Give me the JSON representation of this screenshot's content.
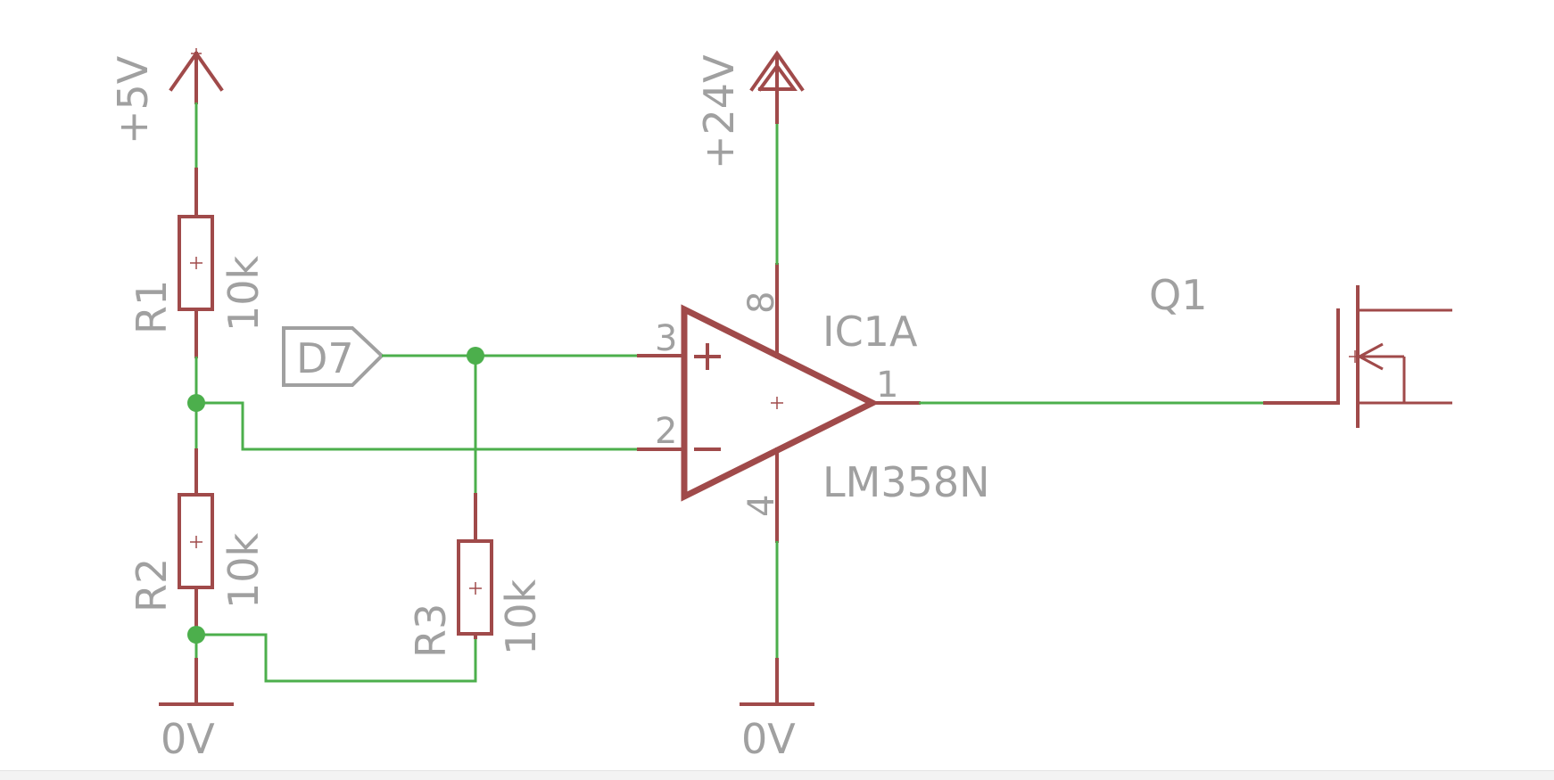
{
  "supplies": {
    "vcc5": "+5V",
    "vcc24": "+24V",
    "gnd_left": "0V",
    "gnd_mid": "0V"
  },
  "resistors": {
    "r1": {
      "name": "R1",
      "value": "10k"
    },
    "r2": {
      "name": "R2",
      "value": "10k"
    },
    "r3": {
      "name": "R3",
      "value": "10k"
    }
  },
  "port": {
    "label": "D7"
  },
  "opamp": {
    "name": "IC1A",
    "part": "LM358N",
    "pin_noninv": "3",
    "pin_inv": "2",
    "pin_out": "1",
    "pin_vplus": "8",
    "pin_vminus": "4"
  },
  "transistor": {
    "name": "Q1"
  },
  "colors": {
    "wire": "#4caf4c",
    "symbol": "#a04a4a",
    "label": "#a0a0a0"
  }
}
